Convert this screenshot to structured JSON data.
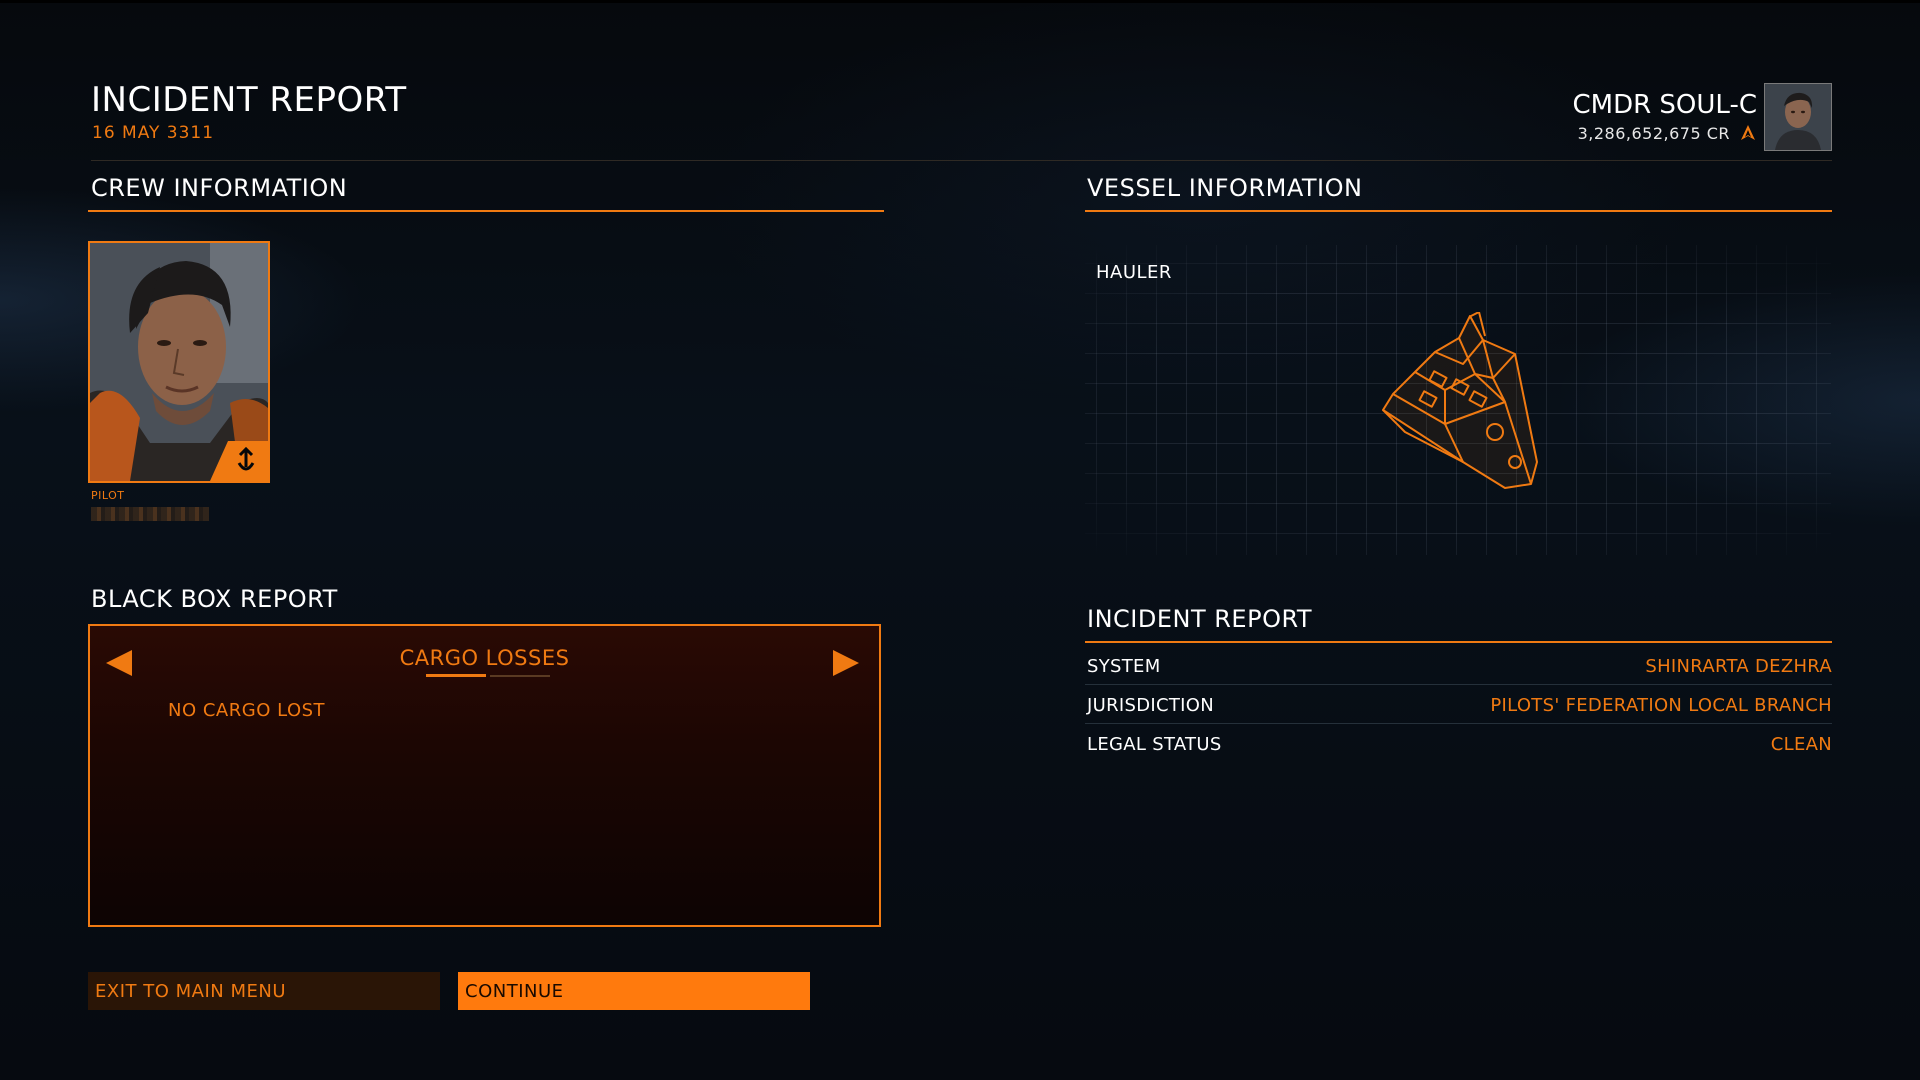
{
  "header": {
    "title": "INCIDENT REPORT",
    "date": "16 MAY 3311",
    "commander_name": "CMDR SOUL-C",
    "credits": "3,286,652,675 CR"
  },
  "crew": {
    "section_title": "CREW INFORMATION",
    "role": "PILOT"
  },
  "black_box": {
    "section_title": "BLACK BOX REPORT",
    "tab_title": "CARGO LOSSES",
    "empty_message": "NO CARGO LOST"
  },
  "buttons": {
    "exit_label": "EXIT TO MAIN MENU",
    "continue_label": "CONTINUE"
  },
  "vessel": {
    "section_title": "VESSEL INFORMATION",
    "ship_name": "HAULER"
  },
  "incident": {
    "section_title": "INCIDENT REPORT",
    "rows": [
      {
        "label": "SYSTEM",
        "value": "SHINRARTA DEZHRA"
      },
      {
        "label": "JURISDICTION",
        "value": "PILOTS' FEDERATION LOCAL BRANCH"
      },
      {
        "label": "LEGAL STATUS",
        "value": "CLEAN"
      }
    ]
  },
  "colors": {
    "accent": "#f07a12",
    "button_primary": "#ff7a0d",
    "button_secondary": "#2a1506",
    "text": "#ffffff"
  },
  "icons": {
    "rank": "combat-rank-icon",
    "crew_badge": "pilot-rank-badge-icon",
    "prev": "arrow-left-icon",
    "next": "arrow-right-icon"
  }
}
